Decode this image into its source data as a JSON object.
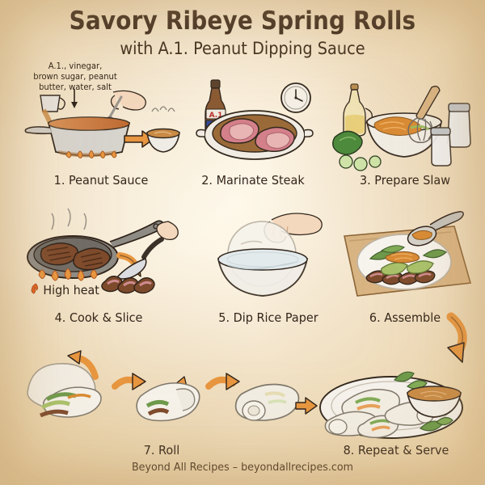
{
  "header": {
    "title": "Savory Ribeye Spring Rolls",
    "subtitle": "with A.1. Peanut Dipping Sauce"
  },
  "annotations": {
    "ingredients_line1": "A.1., vinegar,",
    "ingredients_line2": "brown sugar, peanut",
    "ingredients_line3": "butter, water, salt",
    "high_heat": "High heat"
  },
  "steps": [
    {
      "number": "1",
      "label": "1. Peanut Sauce"
    },
    {
      "number": "2",
      "label": "2. Marinate Steak"
    },
    {
      "number": "3",
      "label": "3. Prepare Slaw"
    },
    {
      "number": "4",
      "label": "4. Cook & Slice"
    },
    {
      "number": "5",
      "label": "5. Dip Rice Paper"
    },
    {
      "number": "6",
      "label": "6. Assemble"
    },
    {
      "number": "7",
      "label": "7. Roll"
    },
    {
      "number": "8",
      "label": "8. Repeat & Serve"
    }
  ],
  "footer": {
    "credit": "Beyond All Recipes – beyondallrecipes.com"
  },
  "colors": {
    "paper": "#fbf0dc",
    "paper_edge": "#e9d0a4",
    "ink": "#33251a",
    "title": "#402e20",
    "arrow_orange": "#e8963f",
    "arrow_outline": "#2e2219",
    "flame": "#e0601f",
    "steak_red": "#c8707a",
    "steak_crust": "#7d4a2c",
    "greens": "#6d9a4a",
    "avocado": "#a9c26a",
    "sauce": "#c98b45",
    "bottle_label": "#b9302c",
    "metal": "#b9b6b0"
  }
}
